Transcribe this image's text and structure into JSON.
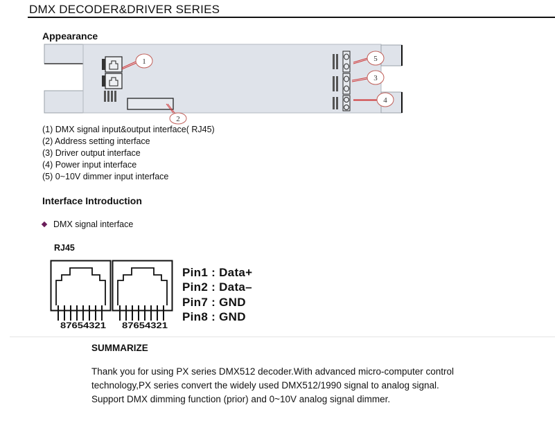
{
  "header": {
    "title": "DMX DECODER&DRIVER SERIES"
  },
  "appearance": {
    "heading": "Appearance",
    "callouts": [
      "1",
      "2",
      "3",
      "4",
      "5"
    ],
    "items": [
      "(1) DMX signal input&output interface( RJ45)",
      "(2) Address setting interface",
      "(3) Driver output interface",
      "(4) Power input interface",
      "(5) 0~10V dimmer input interface"
    ]
  },
  "interface_intro": {
    "heading": "Interface Introduction",
    "bullet": "DMX signal interface",
    "connector_label": "RJ45",
    "pin_numbers": "87654321",
    "pins": [
      "Pin1 : Data+",
      "Pin2 : Data–",
      "Pin7 : GND",
      "Pin8 : GND"
    ]
  },
  "summary": {
    "heading": "SUMMARIZE",
    "lines": [
      "Thank you for using PX series DMX512 decoder.With advanced micro-computer control",
      "technology,PX series convert the widely used DMX512/1990 signal to analog signal.",
      "Support DMX dimming function (prior) and 0~10V analog signal dimmer."
    ]
  },
  "colors": {
    "device_body": "#dfe3ea",
    "callout_line": "#d03a3a",
    "bullet": "#6b1e5a"
  }
}
